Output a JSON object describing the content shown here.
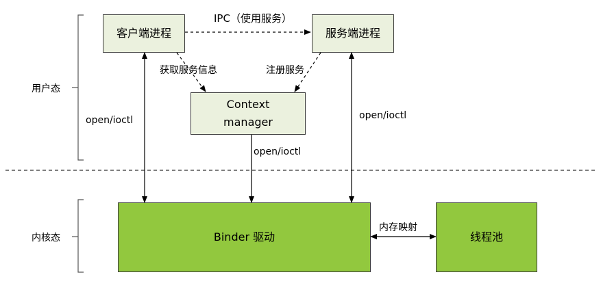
{
  "zones": {
    "user": "用户态",
    "kernel": "内核态"
  },
  "boxes": {
    "client": "客户端进程",
    "server": "服务端进程",
    "context_line1": "Context",
    "context_line2": "manager",
    "binder": "Binder 驱动",
    "threadpool": "线程池"
  },
  "edges": {
    "ipc": "IPC（使用服务）",
    "get_service": "获取服务信息",
    "register_service": "注册服务",
    "client_ioctl": "open/ioctl",
    "context_ioctl": "open/ioctl",
    "server_ioctl": "open/ioctl",
    "memory_map": "内存映射"
  },
  "colors": {
    "process_fill": "#ebf1de",
    "kernel_fill": "#92c83e",
    "stroke": "#3a3a3a"
  }
}
